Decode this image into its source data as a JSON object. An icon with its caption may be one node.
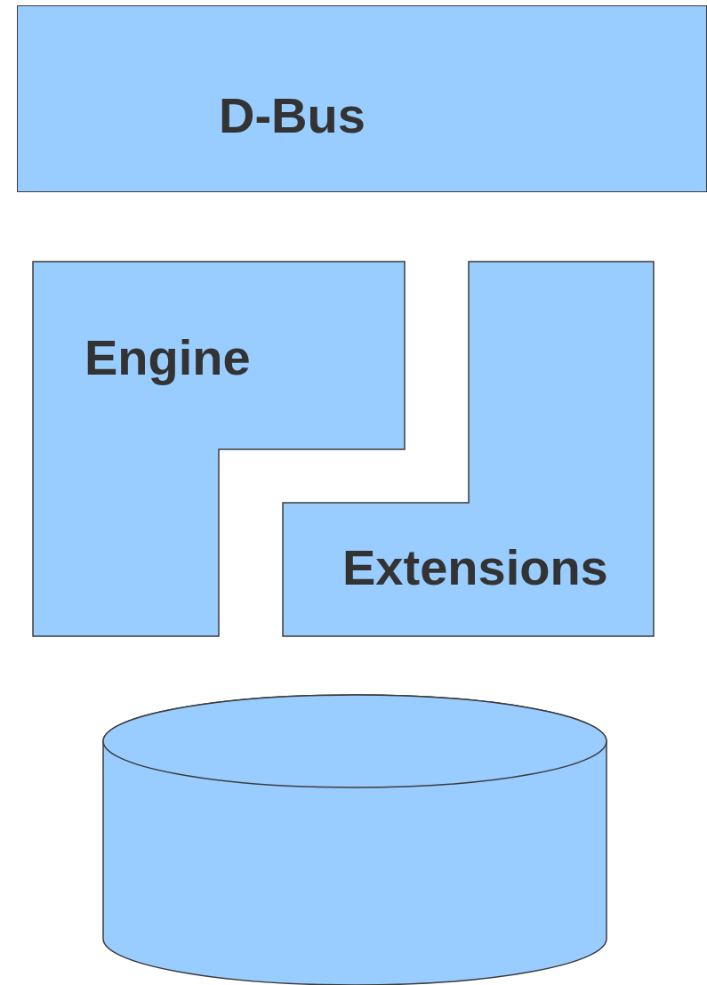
{
  "diagram": {
    "nodes": [
      {
        "text": [
          "D-Bus"
        ]
      },
      {
        "text": [
          "Engine"
        ]
      },
      {
        "text": [
          "Extensions"
        ]
      },
      {
        "text": [],
        "shape": "cylinder"
      }
    ]
  }
}
